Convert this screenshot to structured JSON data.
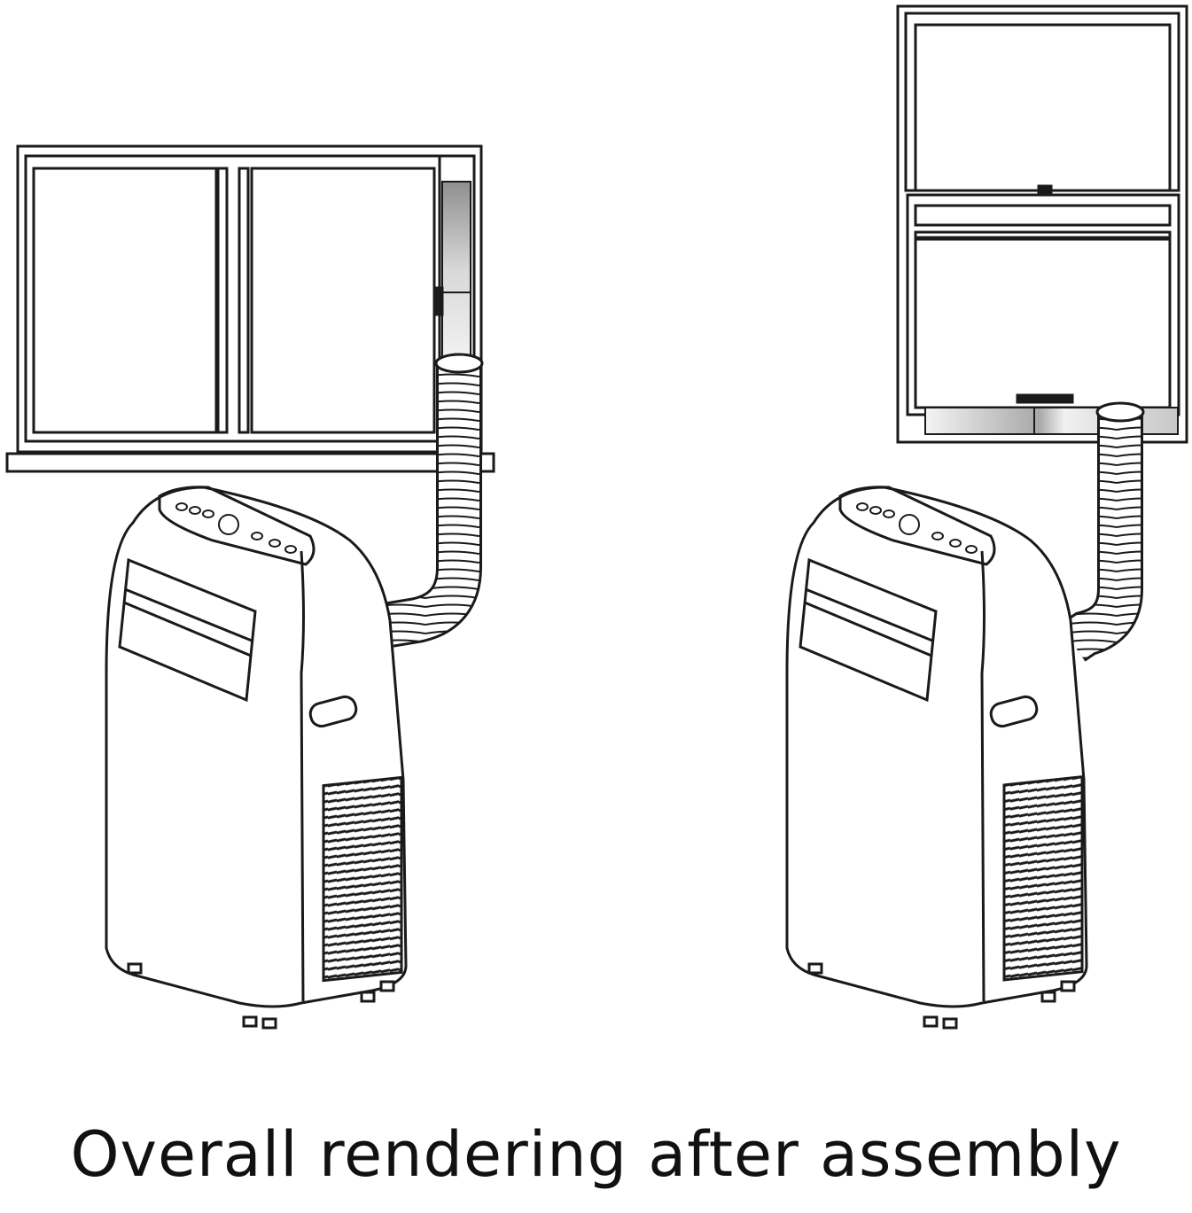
{
  "caption": "Overall rendering after assembly",
  "scenes": [
    {
      "name": "sliding-window-installation",
      "window_type": "horizontal-sliding-window"
    },
    {
      "name": "double-hung-window-installation",
      "window_type": "vertical-sliding-window"
    }
  ],
  "colors": {
    "line": "#1a1a1a",
    "background": "#ffffff",
    "panel_gray_light": "#f0f0f0",
    "panel_gray_dark": "#9a9a9a"
  }
}
